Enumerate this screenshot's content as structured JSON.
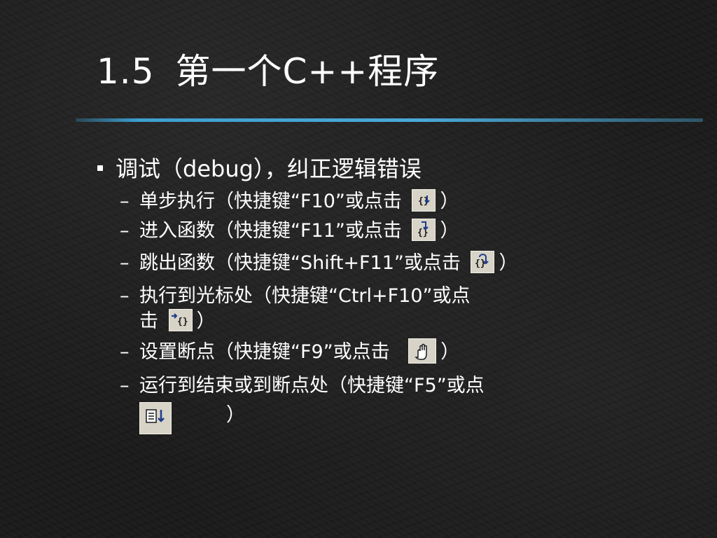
{
  "title": {
    "number": "1.5",
    "text": "第一个C++程序"
  },
  "bullet": "调试（debug），纠正逻辑错误",
  "steps": [
    {
      "text": "单步执行（快捷键“F10”或点击",
      "close": "）",
      "icon": "step-over-icon"
    },
    {
      "text": "进入函数（快捷键“F11”或点击",
      "close": "）",
      "icon": "step-into-icon"
    },
    {
      "text": "跳出函数（快捷键“Shift+F11”或点击",
      "close": "）",
      "icon": "step-out-icon"
    },
    {
      "text_line1": "执行到光标处（快捷键“Ctrl+F10”或点",
      "text_line2": "击",
      "close": "）",
      "icon": "run-to-cursor-icon"
    },
    {
      "text": "设置断点（快捷键“F9”或点击",
      "close": "）",
      "icon": "breakpoint-hand-icon"
    },
    {
      "text_line1": "运行到结束或到断点处（快捷键“F5”或点",
      "close": "）",
      "icon": "go-icon"
    }
  ],
  "dash": "–",
  "colors": {
    "background": "#1c1c1c",
    "text": "#ffffff",
    "divider": "#4aa9d8",
    "icon_bg": "#d7d3c7"
  }
}
